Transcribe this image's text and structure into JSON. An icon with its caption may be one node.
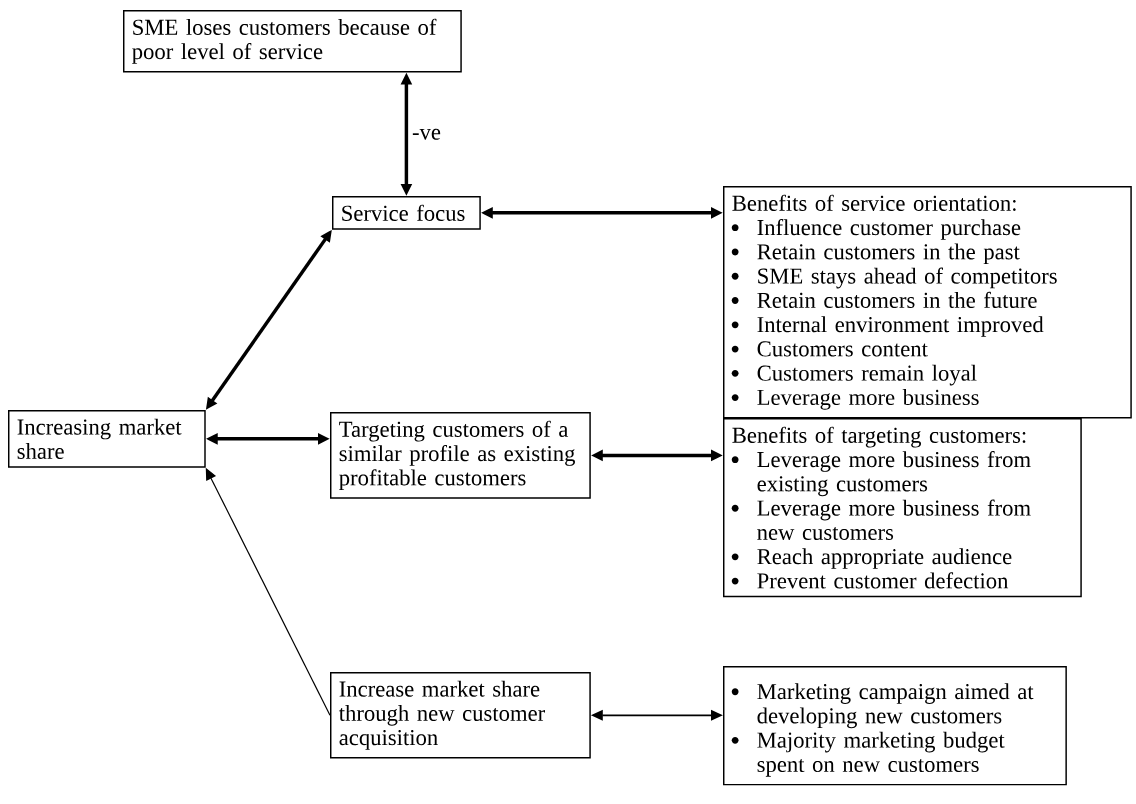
{
  "diagram": {
    "nodes": [
      {
        "text": [
          "SME loses customers because of poor level of service"
        ]
      },
      {
        "text": [
          "Service focus"
        ]
      },
      {
        "text": [
          "Benefits of service orientation:",
          "Influence customer purchase",
          "Retain customers in the past",
          "SME stays ahead of competitors",
          "Retain customers in the future",
          "Internal environment improved",
          "Customers content",
          "Customers remain loyal",
          "Leverage more business"
        ]
      },
      {
        "text": [
          "Increasing market share"
        ]
      },
      {
        "text": [
          "Targeting customers of a similar profile as existing profitable customers"
        ]
      },
      {
        "text": [
          "Benefits of targeting customers:",
          "Leverage more business from existing customers",
          "Leverage more business from new customers",
          "Reach appropriate audience",
          "Prevent customer defection"
        ]
      },
      {
        "text": [
          "Increase market share through new customer acquisition"
        ]
      },
      {
        "text": [
          "Marketing campaign aimed at developing new customers",
          "Majority marketing budget spent on new customers"
        ]
      }
    ],
    "edges": [
      {
        "from": 1,
        "to": 0,
        "arrow": "both",
        "label": "-ve"
      },
      {
        "from": 1,
        "to": 2,
        "arrow": "both"
      },
      {
        "from": 3,
        "to": 1,
        "arrow": "both"
      },
      {
        "from": 3,
        "to": 4,
        "arrow": "both"
      },
      {
        "from": 4,
        "to": 5,
        "arrow": "both"
      },
      {
        "from": 6,
        "to": 3,
        "arrow": "to"
      },
      {
        "from": 6,
        "to": 7,
        "arrow": "both"
      }
    ]
  }
}
